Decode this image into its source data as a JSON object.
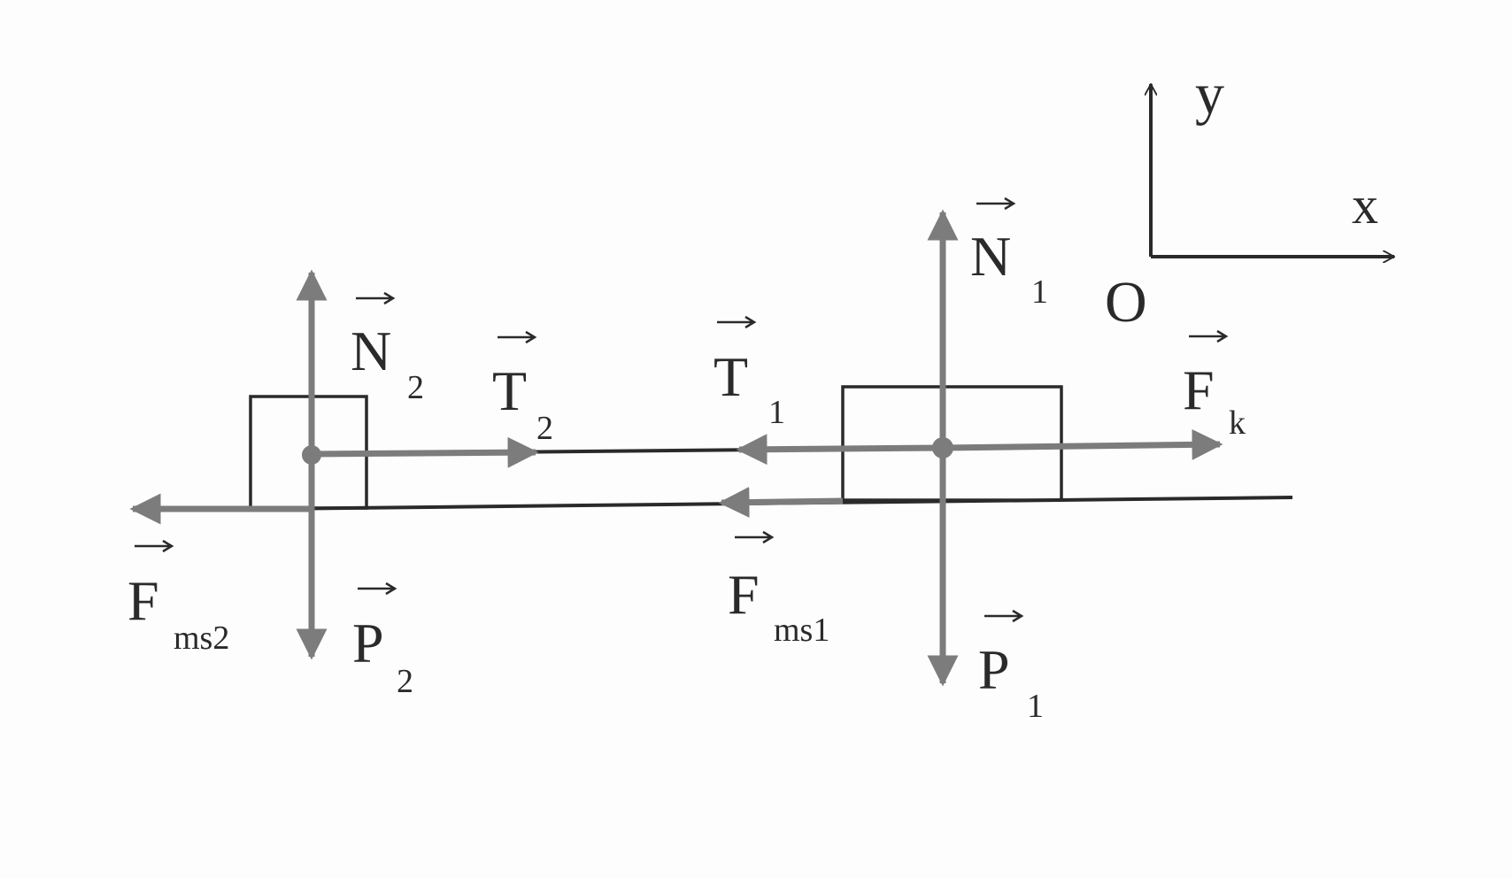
{
  "axes": {
    "origin": "O",
    "x": "x",
    "y": "y"
  },
  "labels": {
    "n1": {
      "main": "N",
      "sub": "1"
    },
    "n2": {
      "main": "N",
      "sub": "2"
    },
    "t1": {
      "main": "T",
      "sub": "1"
    },
    "t2": {
      "main": "T",
      "sub": "2"
    },
    "fk": {
      "main": "F",
      "sub": "k"
    },
    "fms1": {
      "main": "F",
      "sub": "ms1"
    },
    "fms2": {
      "main": "F",
      "sub": "ms2"
    },
    "p1": {
      "main": "P",
      "sub": "1"
    },
    "p2": {
      "main": "P",
      "sub": "2"
    }
  },
  "colors": {
    "force_arrow": "#7c7c7c",
    "outline": "#2a2a2a",
    "background": "#fdfdfd"
  }
}
